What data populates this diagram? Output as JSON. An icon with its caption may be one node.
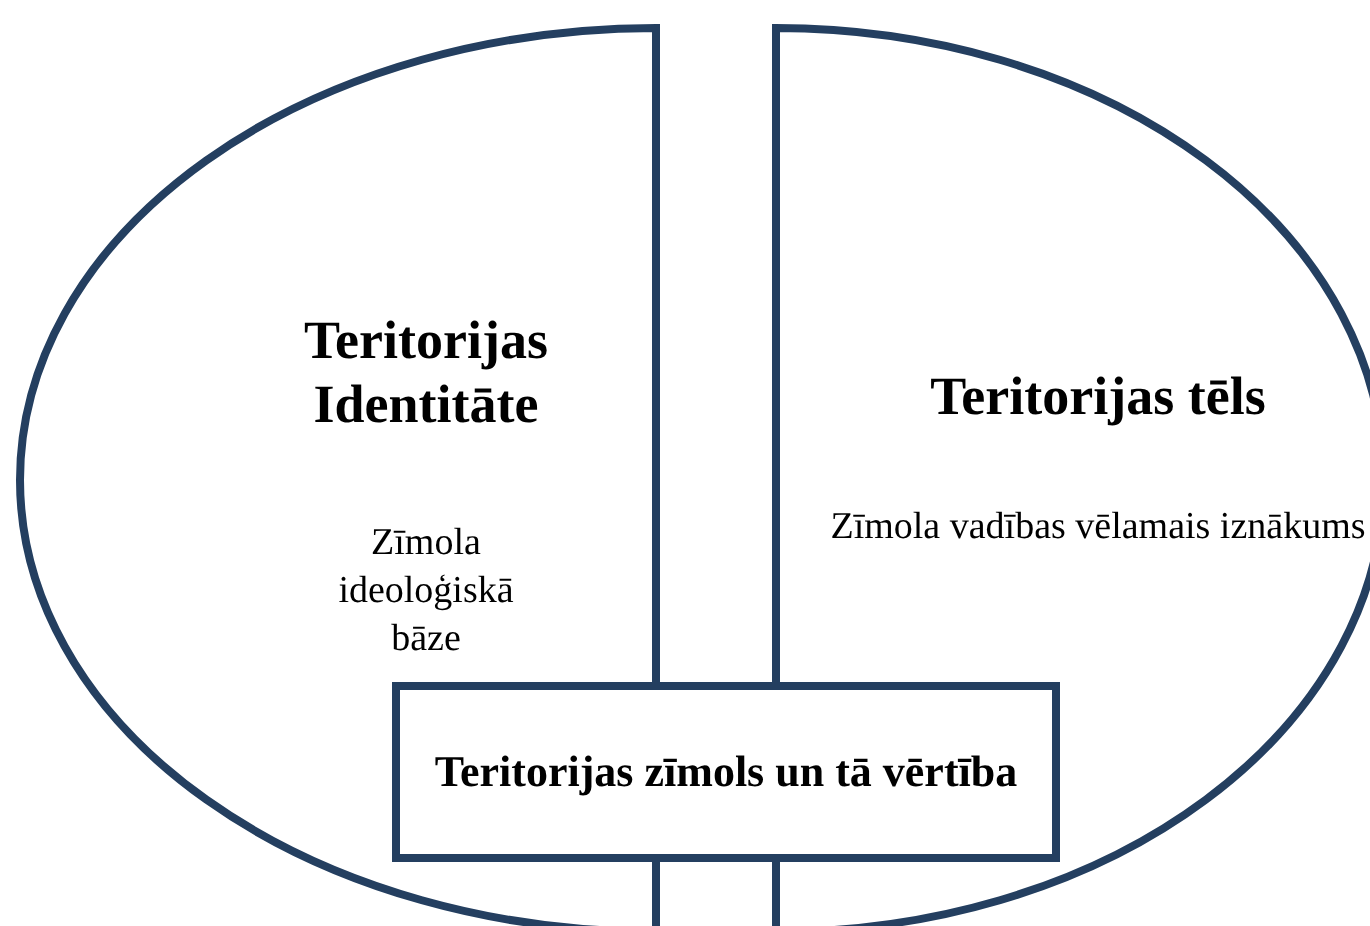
{
  "diagram": {
    "nodes": [
      {
        "text": [
          "Teritorijas Identitāte",
          "Zīmola ideoloģiskā bāze"
        ]
      },
      {
        "text": [
          "Teritorijas tēls",
          "Zīmola vadības vēlamais iznākums"
        ]
      },
      {
        "text": [
          "Teritorijas zīmols un tā vērtība"
        ]
      }
    ]
  }
}
